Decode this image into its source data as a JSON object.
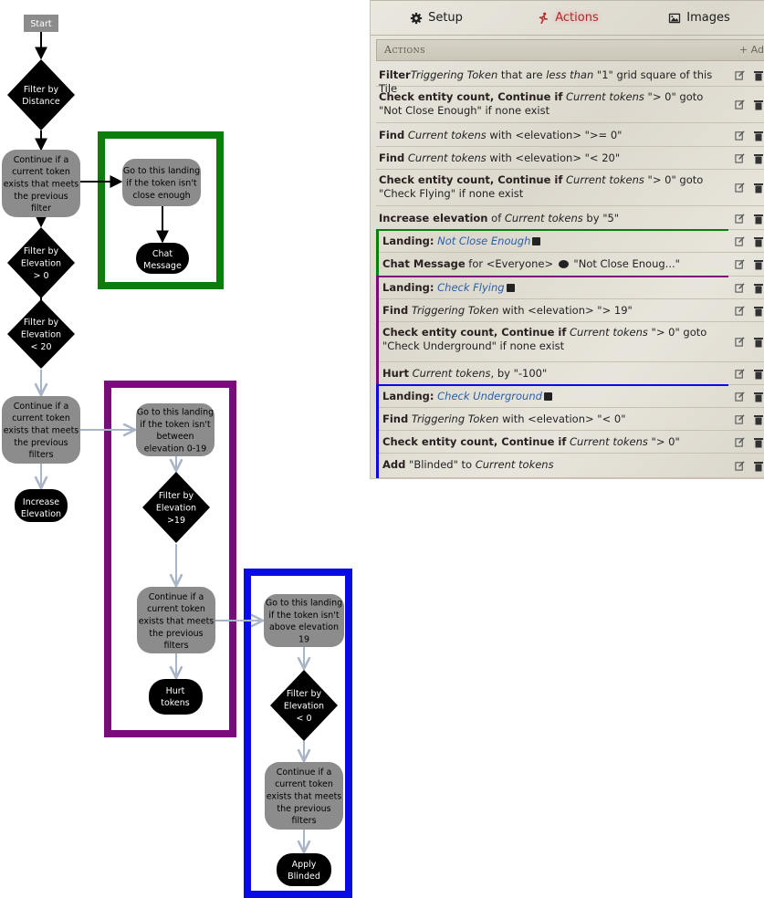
{
  "flowchart": {
    "start": "Start",
    "filter_distance": [
      "Filter by",
      "Distance"
    ],
    "continue_1": [
      "Continue if a",
      "current token",
      "exists that meets",
      "the previous",
      "filter"
    ],
    "goto_close": [
      "Go to this landing",
      "if the token isn't",
      "close enough"
    ],
    "chat_message": [
      "Chat",
      "Message"
    ],
    "filter_elev_gt0": [
      "Filter by",
      "Elevation",
      "> 0"
    ],
    "filter_elev_lt20": [
      "Filter by",
      "Elevation",
      "< 20"
    ],
    "continue_2": [
      "Continue if a",
      "current token",
      "exists that meets",
      "the previous",
      "filters"
    ],
    "increase_elevation": [
      "Increase",
      "Elevation"
    ],
    "goto_between": [
      "Go to this landing",
      "if the token isn't",
      "between",
      "elevation 0-19"
    ],
    "filter_elev_gt19": [
      "Filter by",
      "Elevation",
      ">19"
    ],
    "continue_3": [
      "Continue if a",
      "current token",
      "exists that meets",
      "the previous",
      "filters"
    ],
    "hurt_tokens": [
      "Hurt",
      "tokens"
    ],
    "goto_above": [
      "Go to this landing",
      "if the token isn't",
      "above elevation",
      "19"
    ],
    "filter_elev_lt0": [
      "Filter by",
      "Elevation",
      "< 0"
    ],
    "continue_4": [
      "Continue if a",
      "current token",
      "exists that meets",
      "the previous",
      "filters"
    ],
    "apply_blinded": [
      "Apply",
      "Blinded"
    ],
    "colors": {
      "green_box": "#0b7d0b",
      "purple_box": "#7d0a7d",
      "blue_box": "#0a0ae6",
      "gray_node": "#8c8c8c",
      "black_node": "#000000",
      "gray_arrow": "#a9b4c6"
    }
  },
  "panel": {
    "tabs": [
      {
        "label": "Setup",
        "icon": "gear-icon"
      },
      {
        "label": "Actions",
        "icon": "running-icon",
        "active": true
      },
      {
        "label": "Images",
        "icon": "image-icon"
      }
    ],
    "header": "Actions",
    "add_label": "+ Ad",
    "rows": [
      {
        "b": "Filter",
        "parts": [
          [
            "i",
            "Triggering Token"
          ],
          [
            "t",
            " that are "
          ],
          [
            "i",
            "less than"
          ],
          [
            "t",
            " \"1\" grid square of this Tile"
          ]
        ]
      },
      {
        "b": "Check entity count, Continue if",
        "parts": [
          [
            "i",
            " Current tokens"
          ],
          [
            "t",
            " \"> 0\" goto \"Not Close Enough\" if none exist"
          ]
        ]
      },
      {
        "b": "Find",
        "parts": [
          [
            "i",
            " Current tokens"
          ],
          [
            "t",
            " with <elevation> \">= 0\""
          ]
        ]
      },
      {
        "b": "Find",
        "parts": [
          [
            "i",
            " Current tokens"
          ],
          [
            "t",
            " with <elevation> \"< 20\""
          ]
        ]
      },
      {
        "b": "Check entity count, Continue if",
        "parts": [
          [
            "i",
            " Current tokens"
          ],
          [
            "t",
            " \"> 0\" goto \"Check Flying\" if none exist"
          ]
        ]
      },
      {
        "b": "Increase elevation",
        "parts": [
          [
            "t",
            " of "
          ],
          [
            "i",
            "Current tokens"
          ],
          [
            "t",
            " by \"5\""
          ]
        ]
      },
      {
        "b": "Landing:",
        "parts": [
          [
            "l",
            " Not Close Enough"
          ]
        ],
        "sq": true
      },
      {
        "b": "Chat Message",
        "parts": [
          [
            "t",
            " for <Everyone> "
          ],
          [
            "bubble",
            ""
          ],
          [
            "t",
            " \"Not Close Enoug...\""
          ]
        ]
      },
      {
        "b": "Landing:",
        "parts": [
          [
            "l",
            " Check Flying"
          ]
        ],
        "sq": true
      },
      {
        "b": "Find",
        "parts": [
          [
            "i",
            " Triggering Token"
          ],
          [
            "t",
            " with <elevation> \"> 19\""
          ]
        ]
      },
      {
        "b": "Check entity count, Continue if",
        "parts": [
          [
            "i",
            " Current tokens"
          ],
          [
            "t",
            " \"> 0\" goto \"Check Underground\" if none exist"
          ]
        ]
      },
      {
        "b": "Hurt",
        "parts": [
          [
            "i",
            " Current tokens"
          ],
          [
            "t",
            ", by \"-100\""
          ]
        ]
      },
      {
        "b": "Landing:",
        "parts": [
          [
            "l",
            " Check Underground"
          ]
        ],
        "sq": true
      },
      {
        "b": "Find",
        "parts": [
          [
            "i",
            " Triggering Token"
          ],
          [
            "t",
            " with <elevation> \"< 0\""
          ]
        ]
      },
      {
        "b": "Check entity count, Continue if",
        "parts": [
          [
            "i",
            " Current tokens"
          ],
          [
            "t",
            " \"> 0\""
          ]
        ]
      },
      {
        "b": "Add",
        "parts": [
          [
            "t",
            " \"Blinded\" to "
          ],
          [
            "i",
            "Current tokens"
          ]
        ]
      }
    ]
  }
}
